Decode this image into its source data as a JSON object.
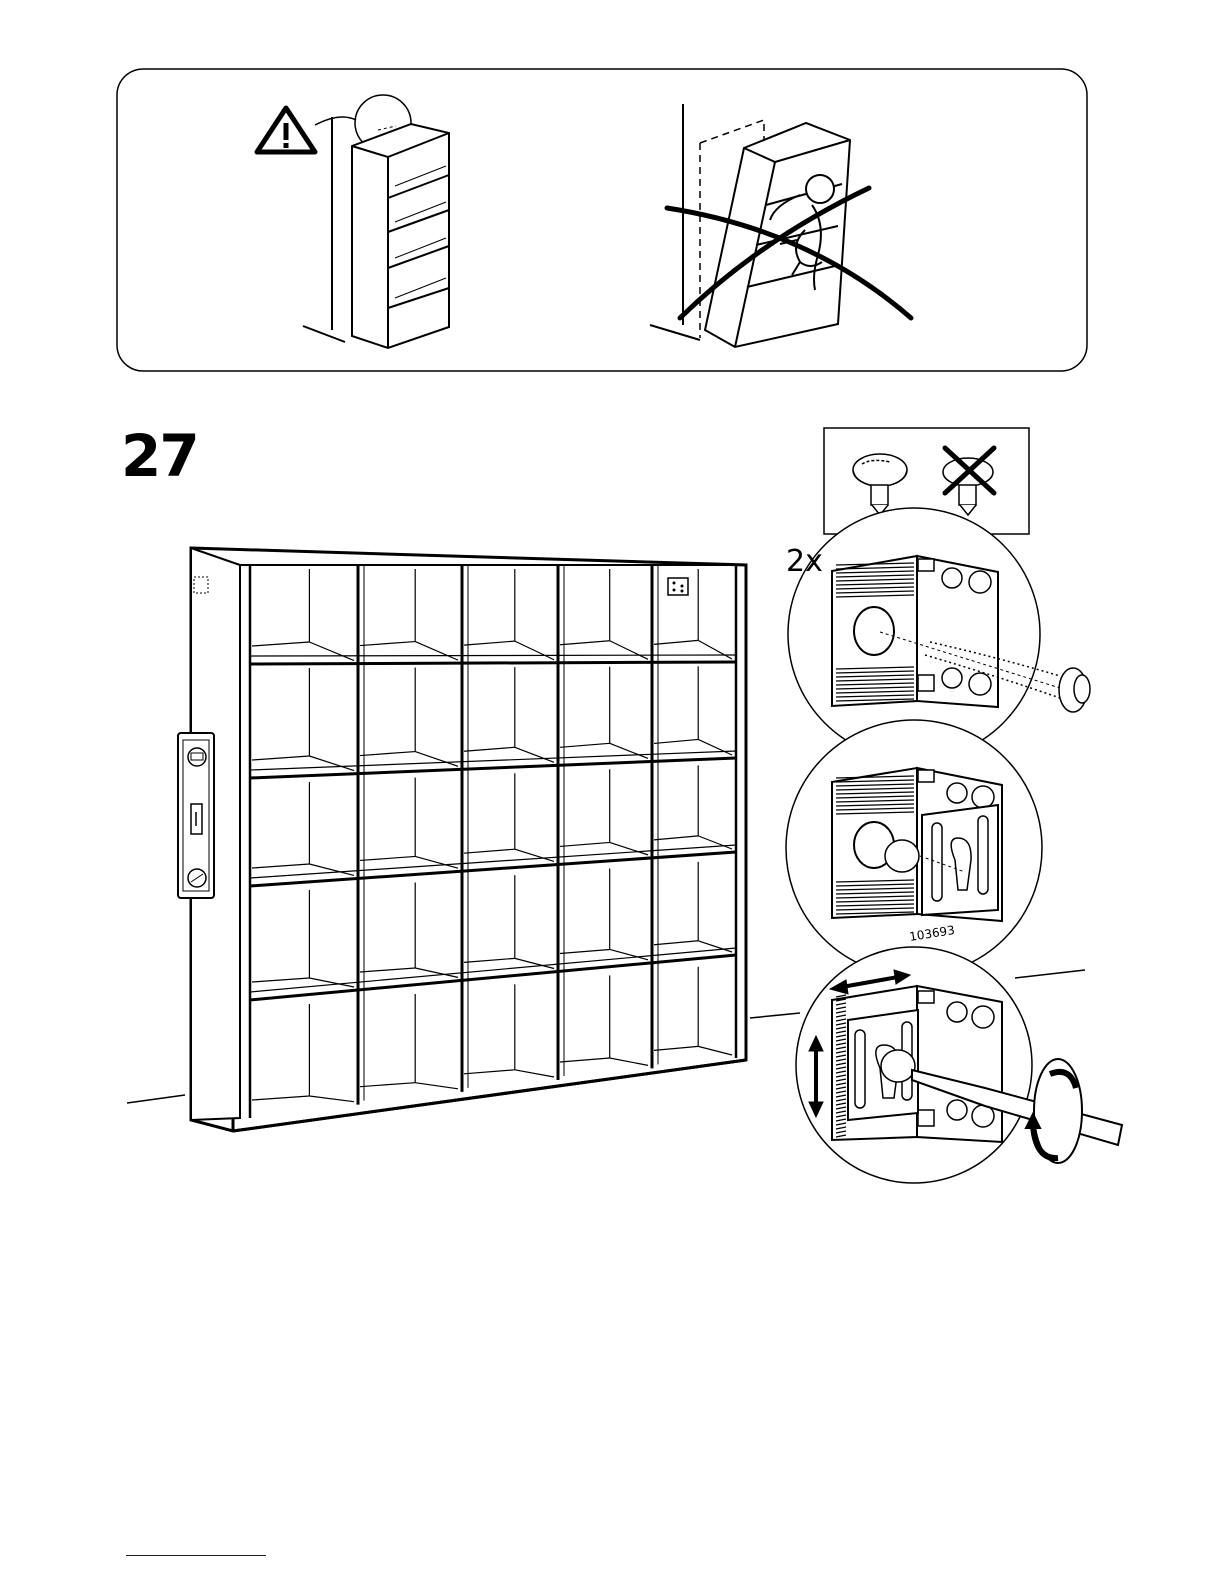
{
  "step": {
    "number": "27"
  },
  "fitting_detail": {
    "quantity": "2x",
    "part_number": "103693"
  },
  "icons": {
    "warning": "warning-triangle-icon",
    "no_entry": "cross-out-icon",
    "adjust_horizontal": "double-arrow-horizontal-icon",
    "adjust_vertical": "double-arrow-vertical-icon",
    "rotate": "rotate-arrow-icon"
  },
  "colors": {
    "line": "#000000",
    "background": "#ffffff",
    "footer_rule": "#0000ff"
  }
}
